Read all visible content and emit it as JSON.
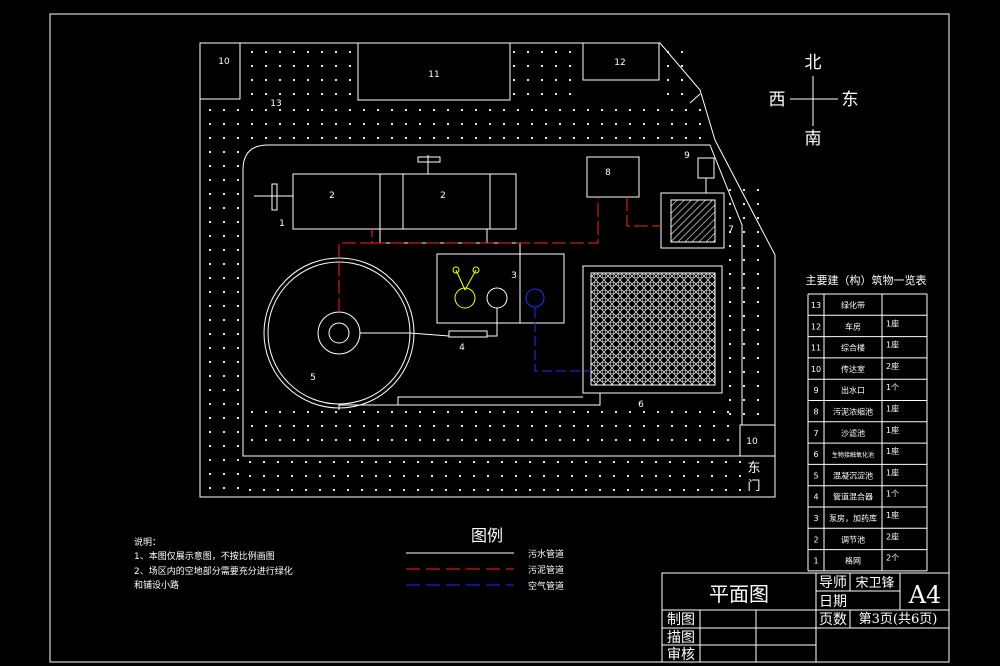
{
  "compass": {
    "north": "北",
    "south": "南",
    "east": "东",
    "west": "西"
  },
  "labels": {
    "n1": "1",
    "n2a": "2",
    "n2b": "2",
    "n3": "3",
    "n4": "4",
    "n5": "5",
    "n6": "6",
    "n7": "7",
    "n8": "8",
    "n9": "9",
    "n10a": "10",
    "n10b": "10",
    "n11": "11",
    "n12": "12",
    "n13": "13",
    "east_gate_1": "东",
    "east_gate_2": "门"
  },
  "notes": {
    "title": "说明：",
    "line1": "1、本图仅展示意图，不按比例画图",
    "line2": "2、场区内的空地部分需要充分进行绿化",
    "line3": "和铺设小路"
  },
  "legend": {
    "title": "图例",
    "items": [
      {
        "label": "污水管道",
        "color": "#ffffff"
      },
      {
        "label": "污泥管道",
        "color": "#ff2020"
      },
      {
        "label": "空气管道",
        "color": "#2030ff"
      }
    ]
  },
  "table": {
    "title": "主要建（构）筑物一览表",
    "rows": [
      {
        "no": "13",
        "name": "绿化带",
        "qty": ""
      },
      {
        "no": "12",
        "name": "车房",
        "qty": "1座"
      },
      {
        "no": "11",
        "name": "综合楼",
        "qty": "1座"
      },
      {
        "no": "10",
        "name": "传达室",
        "qty": "2座"
      },
      {
        "no": "9",
        "name": "出水口",
        "qty": "1个"
      },
      {
        "no": "8",
        "name": "污泥浓缩池",
        "qty": "1座"
      },
      {
        "no": "7",
        "name": "沙滤池",
        "qty": "1座"
      },
      {
        "no": "6",
        "name": "生物接触氧化池",
        "qty": "1座"
      },
      {
        "no": "5",
        "name": "混凝沉淀池",
        "qty": "1座"
      },
      {
        "no": "4",
        "name": "管道混合器",
        "qty": "1个"
      },
      {
        "no": "3",
        "name": "泵房，加药库",
        "qty": "1座"
      },
      {
        "no": "2",
        "name": "调节池",
        "qty": "2座"
      },
      {
        "no": "1",
        "name": "格网",
        "qty": "2个"
      }
    ]
  },
  "titleblock": {
    "drawing_title": "平面图",
    "advisor_label": "导师",
    "advisor_name": "宋卫锋",
    "size": "A4",
    "date_label": "日期",
    "pages_label": "页数",
    "pages_value": "第3页(共6页)",
    "drawn": "制图",
    "traced": "描图",
    "checked": "审核"
  },
  "colors": {
    "line": "#ffffff",
    "sludge": "#ff2020",
    "air": "#2030ff",
    "bg": "#000000"
  }
}
